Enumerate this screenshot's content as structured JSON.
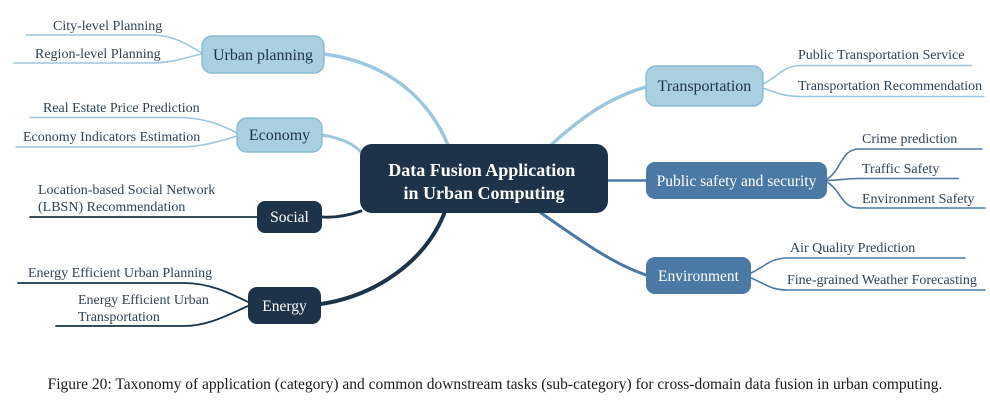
{
  "palette": {
    "dark_navy": "#1D3349",
    "light_blue_node": "#A9CFE1",
    "light_blue_line": "#9CC7DE",
    "steel_blue": "#4B79A5",
    "sub_label_text": "#2F4357",
    "node_text_on_dark": "#FFFFFF",
    "background": "#FFFFFF"
  },
  "center": {
    "title_lines": [
      "Data Fusion Application",
      "in Urban Computing"
    ]
  },
  "branches": {
    "urban_planning": {
      "label": "Urban planning",
      "subs": [
        "City-level Planning",
        "Region-level Planning"
      ]
    },
    "economy": {
      "label": "Economy",
      "subs": [
        "Real Estate Price Prediction",
        "Economy Indicators Estimation"
      ]
    },
    "social": {
      "label": "Social",
      "subs": [
        [
          "Location-based Social Network",
          "(LBSN) Recommendation"
        ]
      ]
    },
    "energy": {
      "label": "Energy",
      "subs": [
        "Energy Efficient Urban Planning",
        [
          "Energy Efficient Urban",
          "Transportation"
        ]
      ]
    },
    "transportation": {
      "label": "Transportation",
      "subs": [
        "Public Transportation Service",
        "Transportation Recommendation"
      ]
    },
    "public_safety": {
      "label": "Public safety and security",
      "subs": [
        "Crime prediction",
        "Traffic Safety",
        "Environment Safety"
      ]
    },
    "environment": {
      "label": "Environment",
      "subs": [
        "Air Quality Prediction",
        "Fine-grained Weather Forecasting"
      ]
    }
  },
  "caption": "Figure 20: Taxonomy of application (category) and common downstream tasks (sub-category) for cross-domain data fusion in urban computing."
}
